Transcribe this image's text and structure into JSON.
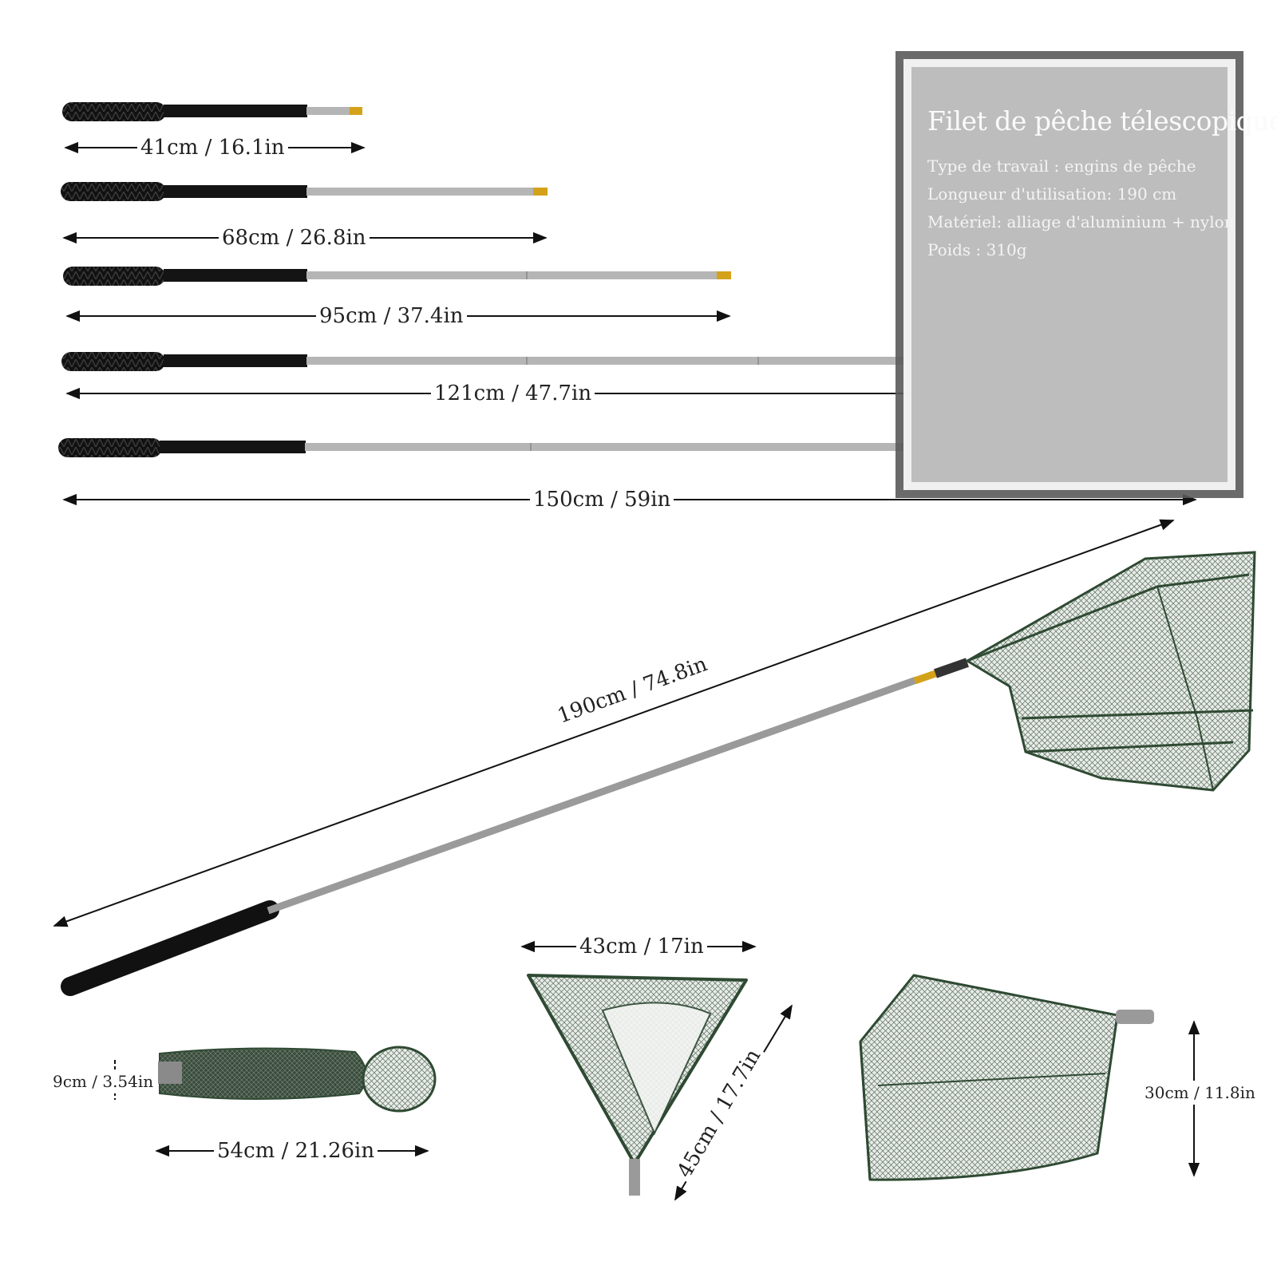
{
  "info_box": {
    "title": "Filet de pêche télescopique",
    "lines": [
      "Type de travail : engins de pêche",
      "Longueur d'utilisation: 190 cm",
      "Matériel: alliage d'aluminium + nylon",
      "Poids : 310g"
    ]
  },
  "pole_lengths": [
    "41cm / 16.1in",
    "68cm / 26.8in",
    "95cm / 37.4in",
    "121cm / 47.7in",
    "150cm / 59in"
  ],
  "full_length": "190cm / 74.8in",
  "folded": {
    "height": "9cm / 3.54in",
    "length": "54cm / 21.26in"
  },
  "hoop": {
    "width": "43cm / 17in",
    "side": "45cm / 17.7in"
  },
  "net_depth": "30cm / 11.8in",
  "colors": {
    "grip": "#111111",
    "pole": "#a9a9a9",
    "tip": "#d4a21a",
    "net": "#2f4a33",
    "panel_border": "#5a5a5a"
  }
}
